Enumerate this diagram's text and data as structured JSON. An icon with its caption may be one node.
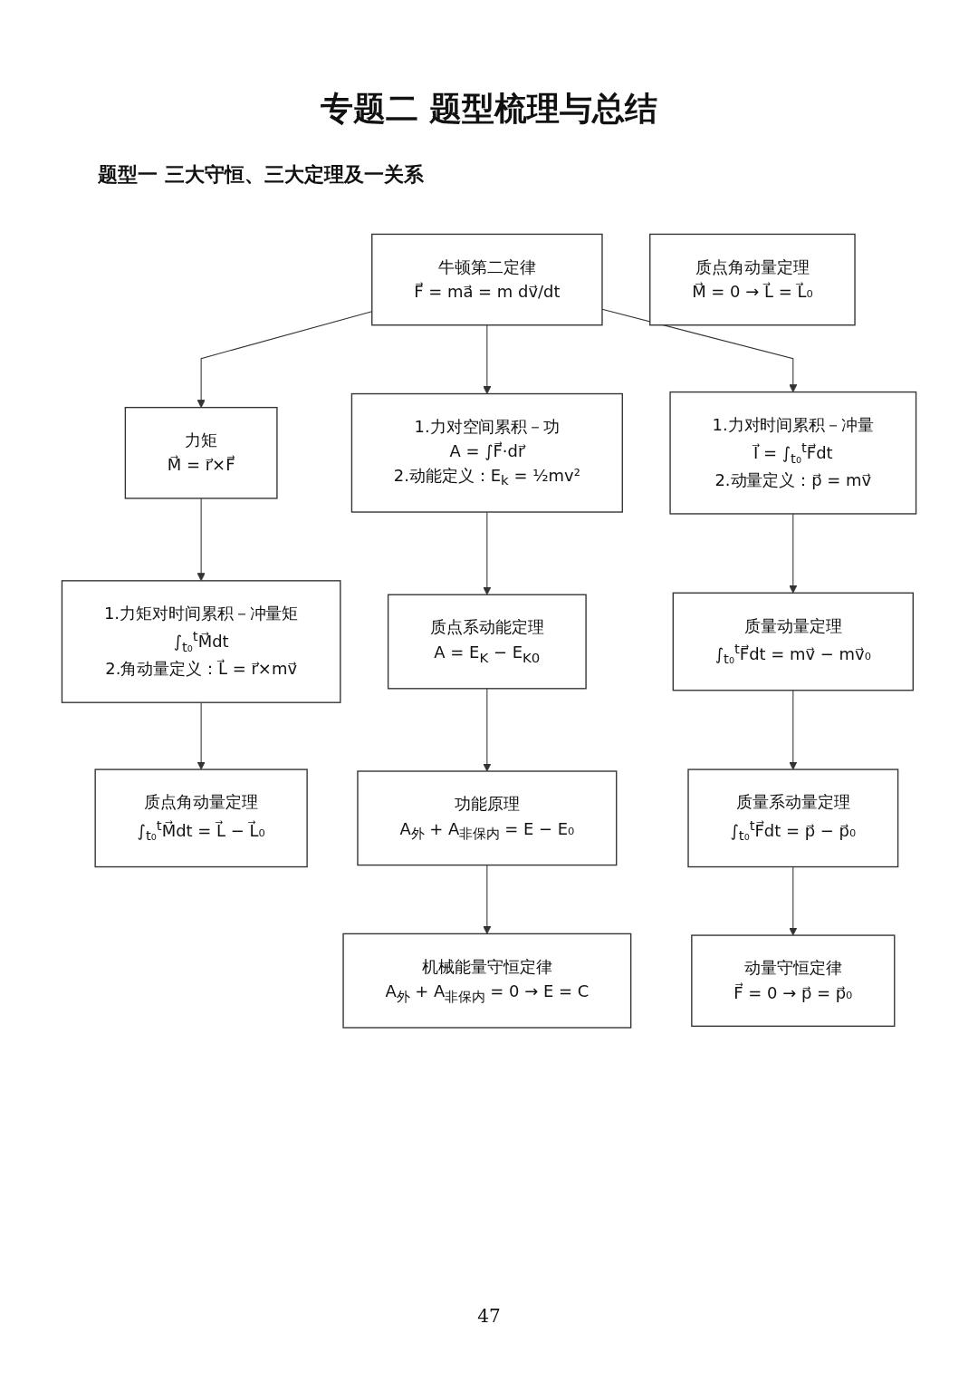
{
  "diagram": {
    "title": "专题二 题型梳理与总结",
    "nodes": [
      {
        "text": [
          "牛顿第二定律",
          "F⃗ = ma⃗ = m dv⃗/dt"
        ]
      },
      {
        "text": [
          "力矩",
          "M⃗ = r⃗×F⃗"
        ]
      },
      {
        "text": [
          "1.力对空间累积－功",
          "A = ∫F⃗·dr⃗",
          "2.动能定义：E$_{k}$ = ½mv²"
        ]
      },
      {
        "text": [
          "1.力对时间累积－冲量",
          "I⃗ = ∫$_{t₀}$$^{t}$F⃗dt",
          "2.动量定义：p⃗ = mv⃗"
        ]
      },
      {
        "text": [
          "1.力矩对时间累积－冲量矩",
          "∫$_{t₀}$$^{t}$M⃗dt",
          "2.角动量定义：L⃗ = r⃗×mv⃗"
        ]
      },
      {
        "text": [
          "质点系动能定理",
          "A = E$_{K}$ − E$_{K0}$"
        ]
      },
      {
        "text": [
          "质量动量定理",
          "∫$_{t₀}$$^{t}$F⃗dt = mv⃗ − mv⃗₀"
        ]
      },
      {
        "text": [
          "质点角动量定理",
          "∫$_{t₀}$$^{t}$M⃗dt = L⃗ − L⃗₀"
        ]
      },
      {
        "text": [
          "功能原理",
          "A$_{外}$ + A$_{非保内}$ = E − E₀"
        ]
      },
      {
        "text": [
          "质量系动量定理",
          "∫$_{t₀}$$^{t}$F⃗dt = p⃗ − p⃗₀"
        ]
      },
      {
        "text": [
          "质点角动量定理",
          "M⃗ = 0 → L⃗ = L⃗₀"
        ]
      },
      {
        "text": [
          "机械能量守恒定律",
          "A$_{外}$ + A$_{非保内}$ = 0 → E = C"
        ]
      },
      {
        "text": [
          "动量守恒定律",
          "F⃗ = 0 → p⃗ = p⃗₀"
        ]
      }
    ],
    "edges": [
      {
        "from": 0,
        "to": 2,
        "arrow": "to"
      },
      {
        "from": 0,
        "to": 3,
        "arrow": "to"
      },
      {
        "from": 0,
        "to": 1,
        "arrow": "to"
      },
      {
        "from": 1,
        "to": 4,
        "arrow": "to"
      },
      {
        "from": 2,
        "to": 5,
        "arrow": "to"
      },
      {
        "from": 3,
        "to": 6,
        "arrow": "to"
      },
      {
        "from": 4,
        "to": 7,
        "arrow": "to"
      },
      {
        "from": 5,
        "to": 8,
        "arrow": "to"
      },
      {
        "from": 6,
        "to": 9,
        "arrow": "to"
      },
      {
        "from": 8,
        "to": 11,
        "arrow": "to"
      },
      {
        "from": 9,
        "to": 12,
        "arrow": "to"
      }
    ],
    "labels": [
      "题型一 三大守恒、三大定理及一关系",
      "47"
    ]
  }
}
